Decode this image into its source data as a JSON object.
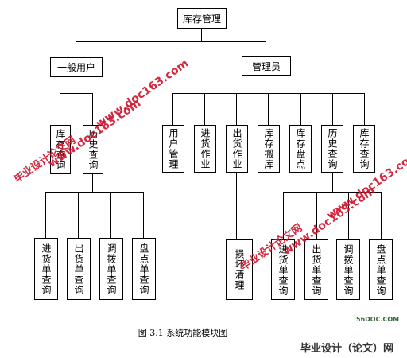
{
  "diagram": {
    "root": "库存管理",
    "group_user": "一般用户",
    "group_admin": "管理员",
    "user_modules": [
      "库存查询",
      "历史查询"
    ],
    "user_query_items": [
      "进货单查询",
      "出货单查询",
      "调拨单查询",
      "盘点单查询"
    ],
    "admin_modules": [
      "用户管理",
      "进货作业",
      "出货作业",
      "库存搬库",
      "库存盘点",
      "历史查询",
      "库存查询"
    ],
    "admin_shipping_child": "损坏清理",
    "admin_query_items": [
      "进货单查询",
      "出货单查询",
      "调拨单查询",
      "盘点单查询"
    ]
  },
  "caption": "图 3.1  系统功能模块图",
  "watermarks": {
    "slogan": "毕业设计论文网",
    "site": "www.doc163.com",
    "logo": "56DOC.COM",
    "brand": "毕业设计（论文）网"
  }
}
